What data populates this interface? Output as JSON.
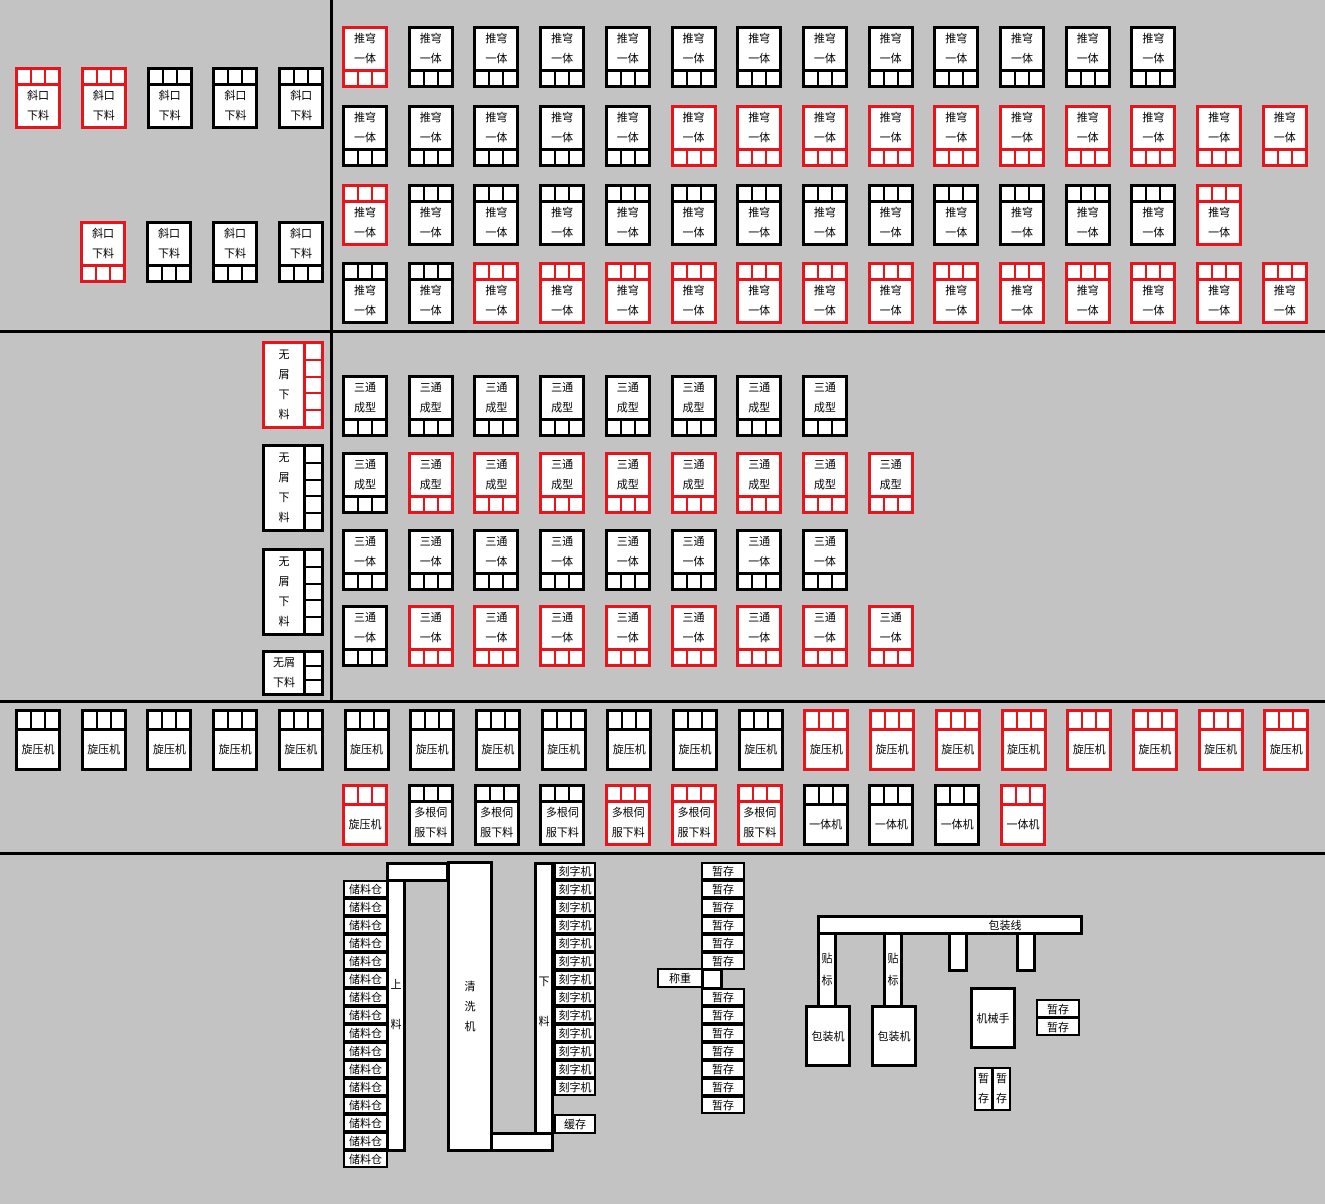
{
  "colors": {
    "background": "#c3c3c3",
    "line": "#000000",
    "red": "#e8141c",
    "fill": "#ffffff"
  },
  "labels": {
    "xiekou": [
      "斜口",
      "下料"
    ],
    "tuiqiong": [
      "推穹",
      "一体"
    ],
    "wuxie": [
      "无",
      "屑",
      "下",
      "料"
    ],
    "wuxie_small": [
      "无屑",
      "下料"
    ],
    "santong_chengxing": [
      "三通",
      "成型"
    ],
    "santong_yiti": [
      "三通",
      "一体"
    ],
    "xuanya": [
      "旋压机"
    ],
    "duogen": [
      "多根伺",
      "服下料"
    ],
    "yitiji": [
      "一体机"
    ]
  },
  "sections": {
    "xiekou_row1": [
      "red",
      "red",
      "black",
      "black",
      "black"
    ],
    "xiekou_row2": [
      "red",
      "black",
      "black",
      "black"
    ],
    "tuiqiong_row1": [
      "red",
      "black",
      "black",
      "black",
      "black",
      "black",
      "black",
      "black",
      "black",
      "black",
      "black",
      "black",
      "black"
    ],
    "tuiqiong_row2": [
      "black",
      "black",
      "black",
      "black",
      "black",
      "red",
      "red",
      "red",
      "red",
      "red",
      "red",
      "red",
      "red",
      "red",
      "red"
    ],
    "tuiqiong_row3": [
      "red",
      "black",
      "black",
      "black",
      "black",
      "black",
      "black",
      "black",
      "black",
      "black",
      "black",
      "black",
      "black",
      "red"
    ],
    "tuiqiong_row4": [
      "black",
      "black",
      "red",
      "red",
      "red",
      "red",
      "red",
      "red",
      "red",
      "red",
      "red",
      "red",
      "red",
      "red",
      "red"
    ],
    "wuxie": [
      "red",
      "black",
      "black"
    ],
    "santong_row1": [
      "black",
      "black",
      "black",
      "black",
      "black",
      "black",
      "black",
      "black"
    ],
    "santong_row2": [
      "black",
      "red",
      "red",
      "red",
      "red",
      "red",
      "red",
      "red",
      "red"
    ],
    "santong_row3": [
      "black",
      "black",
      "black",
      "black",
      "black",
      "black",
      "black",
      "black"
    ],
    "santong_row4": [
      "black",
      "red",
      "red",
      "red",
      "red",
      "red",
      "red",
      "red",
      "red"
    ],
    "xuanya_row": [
      "black",
      "black",
      "black",
      "black",
      "black",
      "black",
      "black",
      "black",
      "black",
      "black",
      "black",
      "black",
      "red",
      "red",
      "red",
      "red",
      "red",
      "red",
      "red",
      "red"
    ],
    "row_b": [
      {
        "type": "xuanya",
        "color": "red"
      },
      {
        "type": "duogen",
        "color": "black"
      },
      {
        "type": "duogen",
        "color": "black"
      },
      {
        "type": "duogen",
        "color": "black"
      },
      {
        "type": "duogen",
        "color": "red"
      },
      {
        "type": "duogen",
        "color": "red"
      },
      {
        "type": "duogen",
        "color": "red"
      },
      {
        "type": "yitiji",
        "color": "black"
      },
      {
        "type": "yitiji",
        "color": "black"
      },
      {
        "type": "yitiji",
        "color": "black"
      },
      {
        "type": "yitiji",
        "color": "red"
      }
    ]
  },
  "bottom": {
    "storage_label": "储料仓",
    "storage_count": 16,
    "loading_chars": [
      "上",
      "料"
    ],
    "washer_chars": [
      "清",
      "洗",
      "机"
    ],
    "unloading_chars": [
      "下",
      "料"
    ],
    "engraver_label": "刻字机",
    "engraver_count": 13,
    "buffer": "缓存",
    "temp": "暂存",
    "temp_top_count": 6,
    "temp_bottom_count": 7,
    "weigh": "称重",
    "packing_line": "包装线",
    "label_chars": [
      "贴",
      "标"
    ],
    "packer": "包装机",
    "robot": "机械手",
    "temp_pair": "暂存",
    "temp_vertical_chars": [
      "暂",
      "存"
    ]
  }
}
